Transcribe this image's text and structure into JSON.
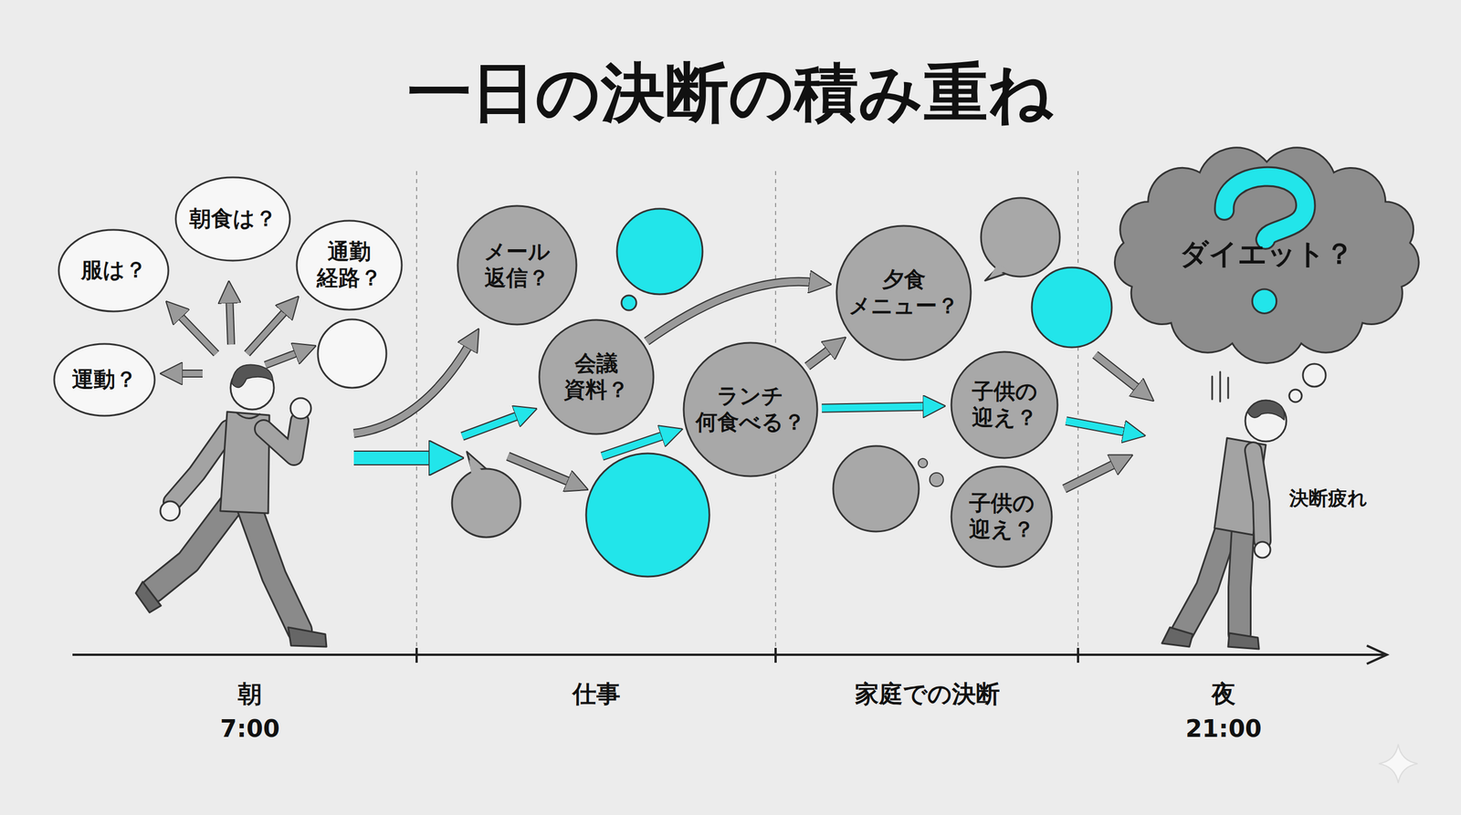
{
  "diagram": {
    "title": "一日の決断の積み重ね",
    "nodes": [
      {
        "text": [
          "服は？"
        ]
      },
      {
        "text": [
          "朝食は？"
        ]
      },
      {
        "text": [
          "通勤 経路？"
        ]
      },
      {
        "text": [
          "運動？"
        ]
      },
      {
        "text": [
          "メール 返信？"
        ]
      },
      {
        "text": [
          "会議 資料？"
        ]
      },
      {
        "text": [
          "ランチ 何食べる？"
        ]
      },
      {
        "text": [
          "夕食 メニュー？"
        ]
      },
      {
        "text": [
          "子供の 迎え？"
        ]
      },
      {
        "text": [
          "子供の 迎え？"
        ]
      },
      {
        "text": [
          "ダイエット？"
        ]
      }
    ],
    "edges": [
      {
        "from": 5,
        "to": 7,
        "arrow": "to"
      },
      {
        "from": 6,
        "to": 7,
        "arrow": "to"
      },
      {
        "from": 6,
        "to": 8,
        "arrow": "to"
      }
    ],
    "labels": [
      "決断疲れ",
      "朝",
      "7:00",
      "仕事",
      "家庭での決断",
      "夜",
      "21:00"
    ]
  }
}
